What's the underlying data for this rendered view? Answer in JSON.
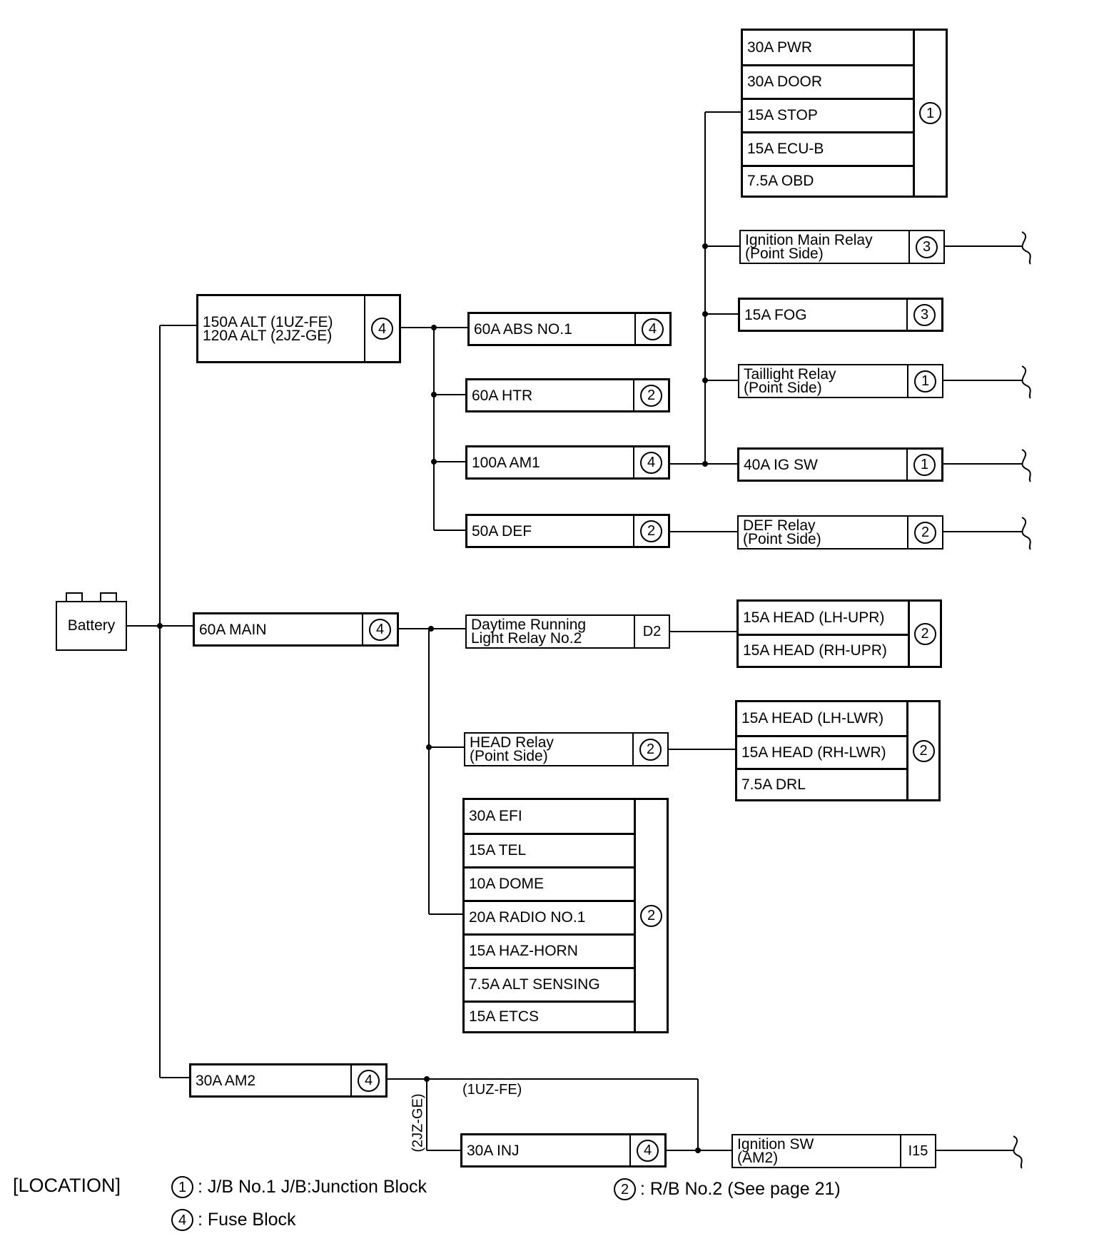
{
  "battery": {
    "label": "Battery"
  },
  "fuses": {
    "alt": {
      "lines": [
        "150A ALT (1UZ-FE)",
        "120A ALT (2JZ-GE)"
      ],
      "tag": "4"
    },
    "main": {
      "lines": [
        "60A MAIN"
      ],
      "tag": "4"
    },
    "am2": {
      "lines": [
        "30A AM2"
      ],
      "tag": "4"
    },
    "abs": {
      "lines": [
        "60A ABS NO.1"
      ],
      "tag": "4"
    },
    "htr": {
      "lines": [
        "60A HTR"
      ],
      "tag": "2"
    },
    "am1": {
      "lines": [
        "100A AM1"
      ],
      "tag": "4"
    },
    "def": {
      "lines": [
        "50A DEF"
      ],
      "tag": "2"
    },
    "ig_main_relay": {
      "lines": [
        "Ignition Main Relay",
        "(Point Side)"
      ],
      "tag": "3"
    },
    "fog": {
      "lines": [
        "15A FOG"
      ],
      "tag": "3"
    },
    "taillight_relay": {
      "lines": [
        "Taillight Relay",
        "(Point Side)"
      ],
      "tag": "1"
    },
    "ig_sw_fuse": {
      "lines": [
        "40A IG SW"
      ],
      "tag": "1"
    },
    "def_relay": {
      "lines": [
        "DEF Relay",
        "(Point Side)"
      ],
      "tag": "2"
    },
    "drl_relay": {
      "lines": [
        "Daytime Running",
        "Light Relay No.2"
      ],
      "tag": "D2"
    },
    "head_relay": {
      "lines": [
        "HEAD Relay",
        "(Point Side)"
      ],
      "tag": "2"
    },
    "inj": {
      "lines": [
        "30A INJ"
      ],
      "tag": "4"
    },
    "ignition_sw": {
      "lines": [
        "Ignition SW",
        "(AM2)"
      ],
      "tag": "I15"
    }
  },
  "groups": {
    "jb1_group": {
      "items": [
        "30A PWR",
        "30A DOOR",
        "15A STOP",
        "15A ECU-B",
        "7.5A OBD"
      ],
      "tag": "1"
    },
    "head_upr": {
      "items": [
        "15A HEAD (LH-UPR)",
        "15A HEAD (RH-UPR)"
      ],
      "tag": "2"
    },
    "head_lwr": {
      "items": [
        "15A HEAD (LH-LWR)",
        "15A HEAD (RH-LWR)",
        "7.5A DRL"
      ],
      "tag": "2"
    },
    "efi_group": {
      "items": [
        "30A EFI",
        "15A TEL",
        "10A DOME",
        "20A RADIO NO.1",
        "15A HAZ-HORN",
        "7.5A ALT SENSING",
        "15A ETCS"
      ],
      "tag": "2"
    }
  },
  "wire_labels": {
    "uz": "(1UZ-FE)",
    "jz": "(2JZ-GE)"
  },
  "location": {
    "title": "[LOCATION]",
    "items": [
      {
        "tag": "1",
        "text": ": J/B No.1 J/B:Junction Block"
      },
      {
        "tag": "2",
        "text": ": R/B No.2 (See page 21)"
      },
      {
        "tag": "4",
        "text": ": Fuse Block"
      }
    ]
  }
}
